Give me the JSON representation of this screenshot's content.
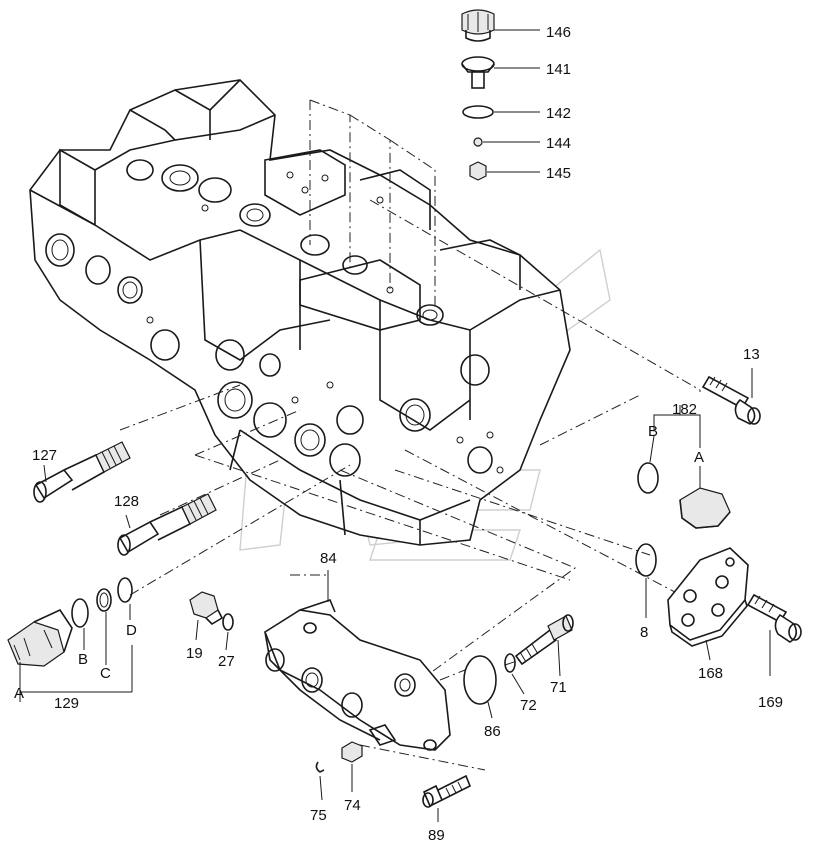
{
  "parts": [
    {
      "id": "p146",
      "label": "146"
    },
    {
      "id": "p141",
      "label": "141"
    },
    {
      "id": "p142",
      "label": "142"
    },
    {
      "id": "p144",
      "label": "144"
    },
    {
      "id": "p145",
      "label": "145"
    },
    {
      "id": "p13",
      "label": "13"
    },
    {
      "id": "p182",
      "label": "182"
    },
    {
      "id": "p127",
      "label": "127"
    },
    {
      "id": "p128",
      "label": "128"
    },
    {
      "id": "p84",
      "label": "84"
    },
    {
      "id": "p19",
      "label": "19"
    },
    {
      "id": "p27",
      "label": "27"
    },
    {
      "id": "p129",
      "label": "129"
    },
    {
      "id": "p8",
      "label": "8"
    },
    {
      "id": "p168",
      "label": "168"
    },
    {
      "id": "p169",
      "label": "169"
    },
    {
      "id": "p71",
      "label": "71"
    },
    {
      "id": "p72",
      "label": "72"
    },
    {
      "id": "p86",
      "label": "86"
    },
    {
      "id": "p74",
      "label": "74"
    },
    {
      "id": "p75",
      "label": "75"
    },
    {
      "id": "p89",
      "label": "89"
    }
  ],
  "letters": {
    "a_left": "A",
    "b_left": "B",
    "c_left": "C",
    "d_left": "D",
    "a_right": "A",
    "b_right": "B"
  }
}
